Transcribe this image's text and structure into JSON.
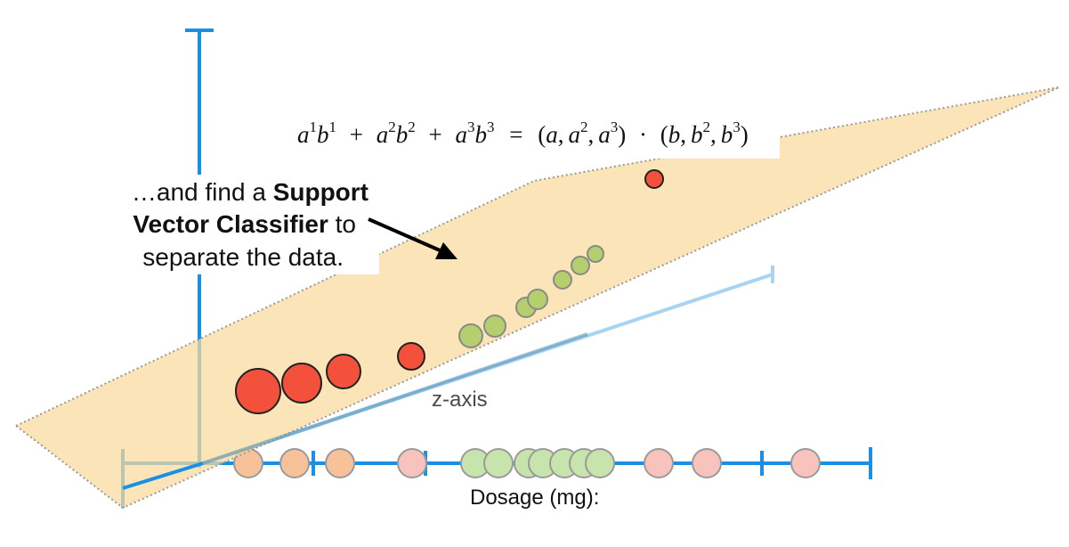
{
  "callout": {
    "line1_prefix": "…and find a ",
    "line1_bold": "Support",
    "line2_bold": "Vector Classifier",
    "line2_suffix": " to",
    "line3": "separate the data."
  },
  "formula": {
    "a": "a",
    "b": "b",
    "e1": "1",
    "e2": "2",
    "e3": "3",
    "plus": "+",
    "eq": "=",
    "dot": "·",
    "comma": ",",
    "lparen": "(",
    "rparen": ")"
  },
  "axes": {
    "x_label": "Dosage (mg):",
    "z_label": "z-axis"
  },
  "colors": {
    "axis": "#1a8fe3",
    "plane_fill": "#fbe3b8",
    "plane_edge": "#9a9a9a",
    "red": "#f4513d",
    "green": "#b5cf6e",
    "orange_dot": "#f7c199",
    "pink_dot": "#f8c3bd",
    "light_green_dot": "#c8e4ad"
  }
}
